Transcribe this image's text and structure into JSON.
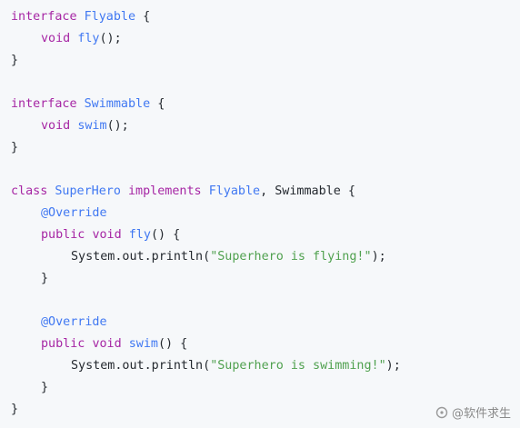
{
  "code_tokens": {
    "l1": {
      "kw": "interface",
      "name": "Flyable",
      "open": " {"
    },
    "l2": {
      "kw": "void",
      "fn": "fly",
      "tail": "();"
    },
    "l3": {
      "close": "}"
    },
    "l5": {
      "kw": "interface",
      "name": "Swimmable",
      "open": " {"
    },
    "l6": {
      "kw": "void",
      "fn": "swim",
      "tail": "();"
    },
    "l7": {
      "close": "}"
    },
    "l9": {
      "kw1": "class",
      "name": "SuperHero",
      "kw2": "implements",
      "type1": "Flyable",
      "sep": ", ",
      "type2": "Swimmable",
      "open": " {"
    },
    "l10": {
      "annotation": "@Override"
    },
    "l11": {
      "kw1": "public",
      "kw2": "void",
      "fn": "fly",
      "tail": "() {"
    },
    "l12": {
      "call": "System.out.println(",
      "str": "\"Superhero is flying!\"",
      "tail": ");"
    },
    "l13": {
      "close": "}"
    },
    "l15": {
      "annotation": "@Override"
    },
    "l16": {
      "kw1": "public",
      "kw2": "void",
      "fn": "swim",
      "tail": "() {"
    },
    "l17": {
      "call": "System.out.println(",
      "str": "\"Superhero is swimming!\"",
      "tail": ");"
    },
    "l18": {
      "close": "}"
    },
    "l19": {
      "close": "}"
    }
  },
  "watermark": {
    "text": "@软件求生",
    "icon": "logo-icon"
  }
}
